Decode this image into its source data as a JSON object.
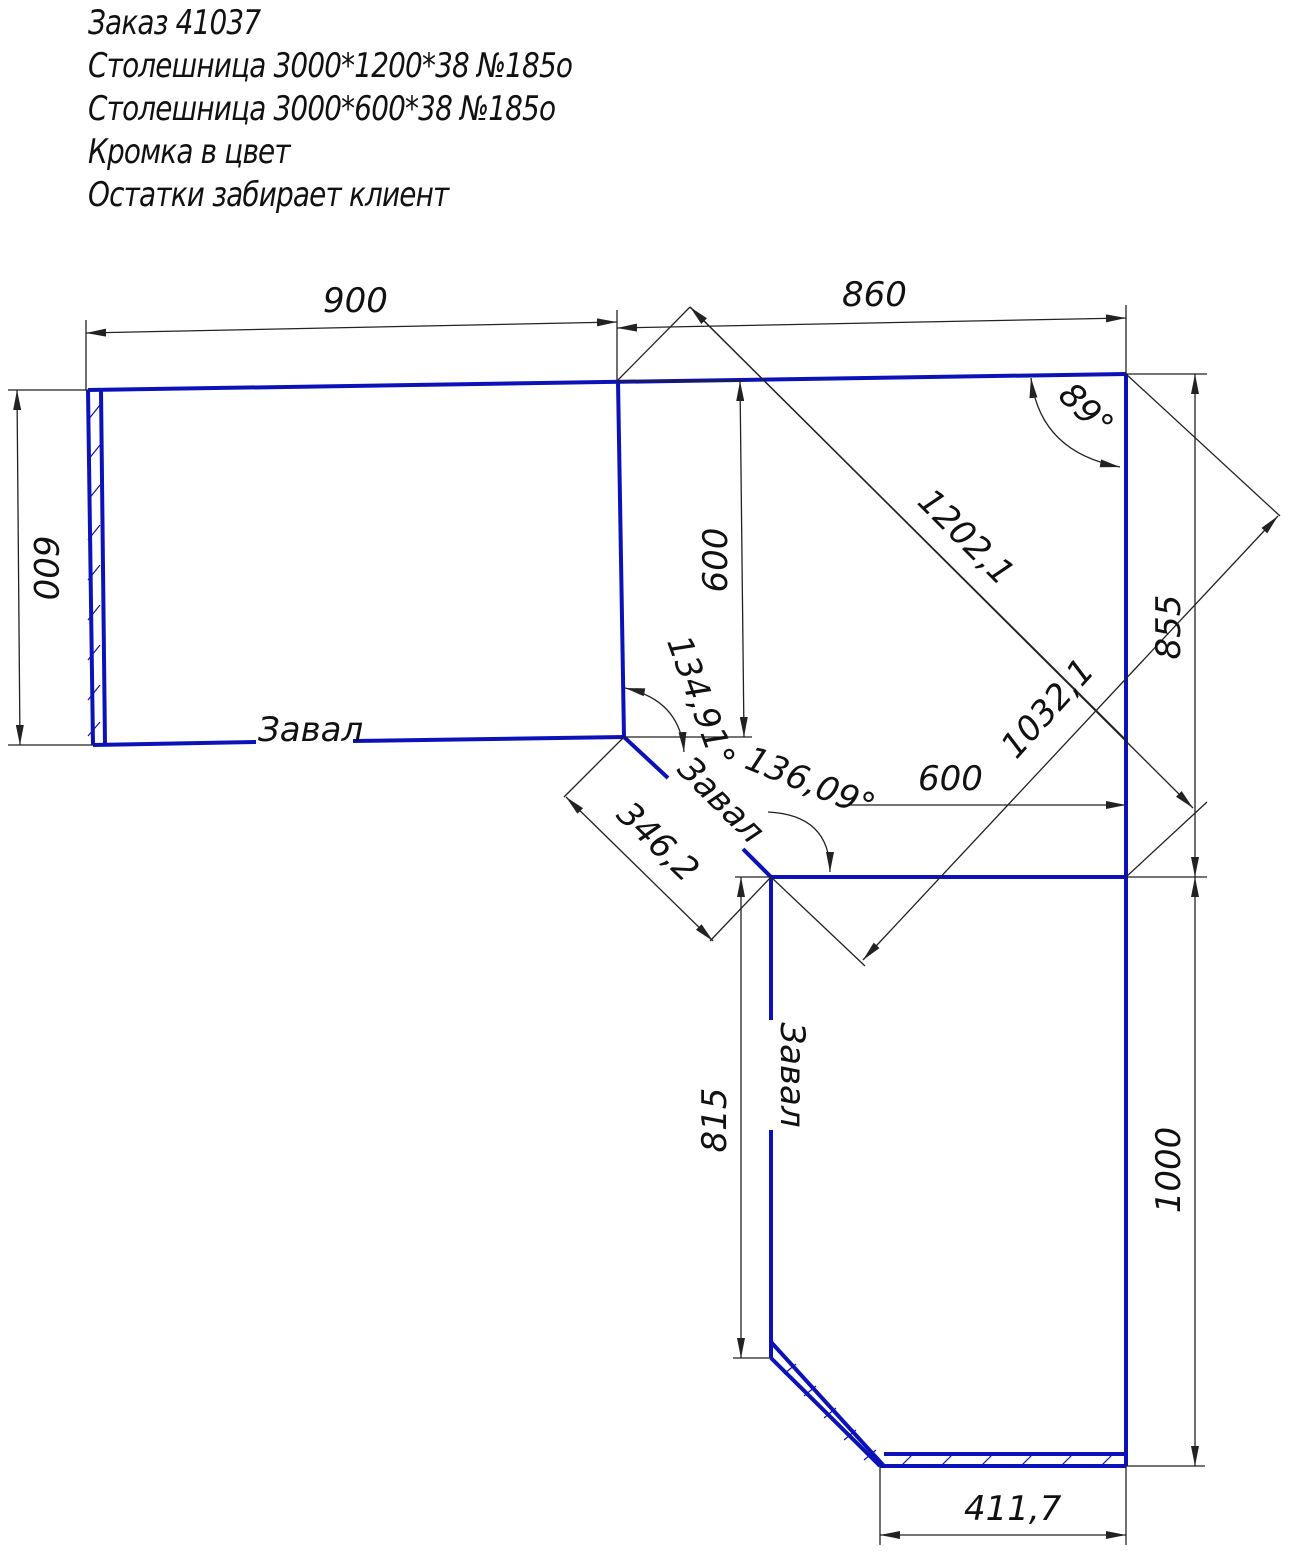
{
  "notes": [
    "Заказ 41037",
    "Столешница 3000*1200*38 №185о",
    "Столешница 3000*600*38 №185о",
    "Кромка в цвет",
    "Остатки забирает клиент"
  ],
  "colors": {
    "outline": "#0c12b8",
    "dimension": "#222222",
    "text": "#111111"
  },
  "dimensions": {
    "top_left_width": "900",
    "top_right_width": "860",
    "left_height": "600",
    "inner_height": "600",
    "diagonal": "1202,1",
    "right_height": "855",
    "angle_corner": "89°",
    "angle_inner": "134,91°",
    "cut_length": "346,2",
    "angle_lower": "136,09°",
    "lower_width": "600",
    "diagonal_lower": "1032,1",
    "lower_left_height": "815",
    "lower_right_height": "1000",
    "bottom_width": "411,7"
  },
  "edge_labels": {
    "left_bottom": "Завал",
    "cut": "Завал",
    "lower_left": "Завал"
  }
}
